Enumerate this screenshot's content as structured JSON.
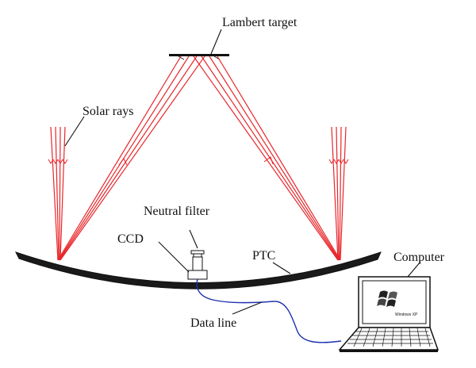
{
  "labels": {
    "lambert_target": "Lambert target",
    "solar_rays": "Solar rays",
    "neutral_filter": "Neutral filter",
    "ccd": "CCD",
    "ptc": "PTC",
    "computer": "Computer",
    "data_line": "Data line",
    "os_logo_text": "Windows XP"
  },
  "colors": {
    "ray": "#e8262a",
    "trough": "#1a1a1a",
    "cable": "#1c2fb0",
    "outline": "#111111"
  },
  "icons": {
    "laptop": "laptop-icon",
    "os_logo": "windows-flag-icon",
    "camera": "ccd-camera-icon"
  }
}
